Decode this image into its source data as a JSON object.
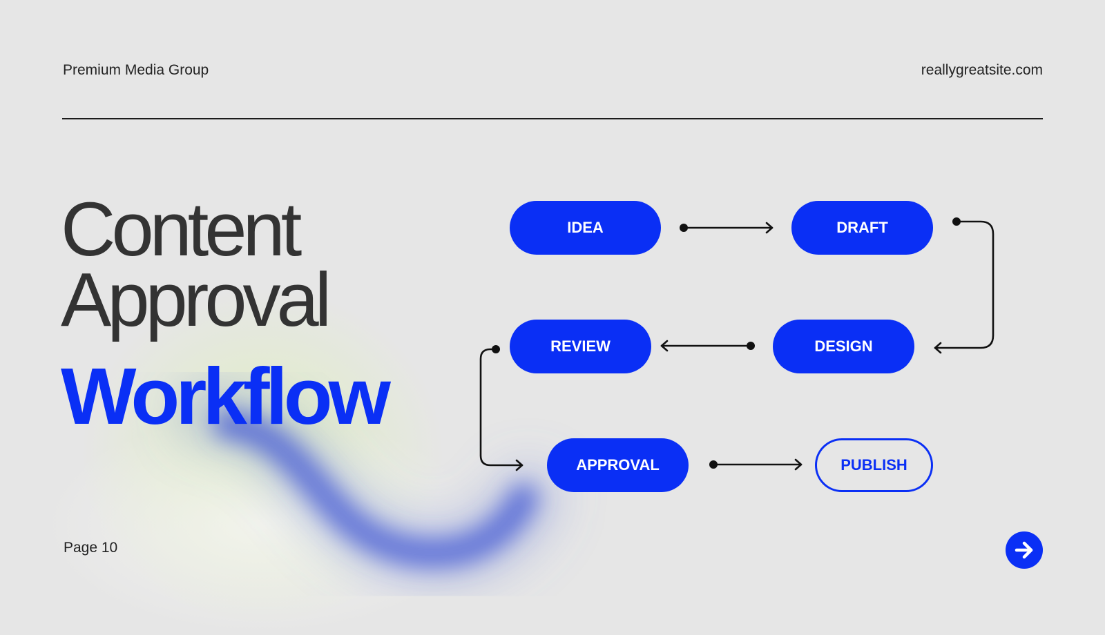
{
  "header": {
    "company": "Premium Media Group",
    "website": "reallygreatsite.com"
  },
  "title": {
    "line1": "Content",
    "line2": "Approval",
    "line3": "Workflow"
  },
  "workflow": {
    "steps": [
      "IDEA",
      "DRAFT",
      "DESIGN",
      "REVIEW",
      "APPROVAL",
      "PUBLISH"
    ],
    "connections": [
      {
        "from": "IDEA",
        "to": "DRAFT"
      },
      {
        "from": "DRAFT",
        "to": "DESIGN"
      },
      {
        "from": "DESIGN",
        "to": "REVIEW"
      },
      {
        "from": "REVIEW",
        "to": "APPROVAL"
      },
      {
        "from": "APPROVAL",
        "to": "PUBLISH"
      }
    ]
  },
  "footer": {
    "page_label": "Page 10",
    "next_icon": "arrow-right-icon"
  },
  "colors": {
    "accent": "#0a2ff5",
    "background": "#e6e6e6",
    "text": "#2b2b2b"
  }
}
